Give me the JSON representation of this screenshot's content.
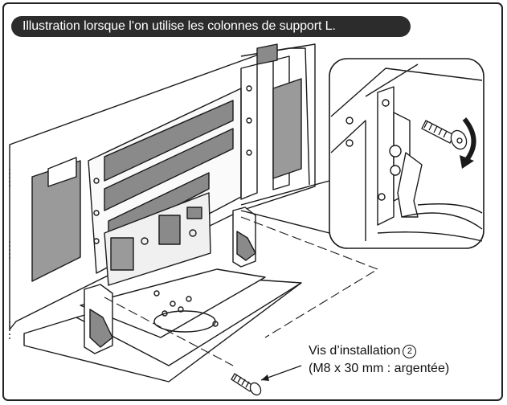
{
  "header": {
    "title": "Illustration lorsque l’on utilise les colonnes de support L."
  },
  "callout": {
    "line1_text": "Vis d’installation",
    "part_number": "2",
    "line2_text": "(M8 x 30 mm : argentée)"
  },
  "colors": {
    "title_bg": "#2c2c2c",
    "title_text": "#ffffff",
    "line": "#1a1a1a",
    "panel_dark": "#8a8a8a",
    "panel_light": "#f4f4f4"
  },
  "icons": [
    "screw-icon",
    "rotation-arrow-icon",
    "numbered-circle-icon"
  ]
}
